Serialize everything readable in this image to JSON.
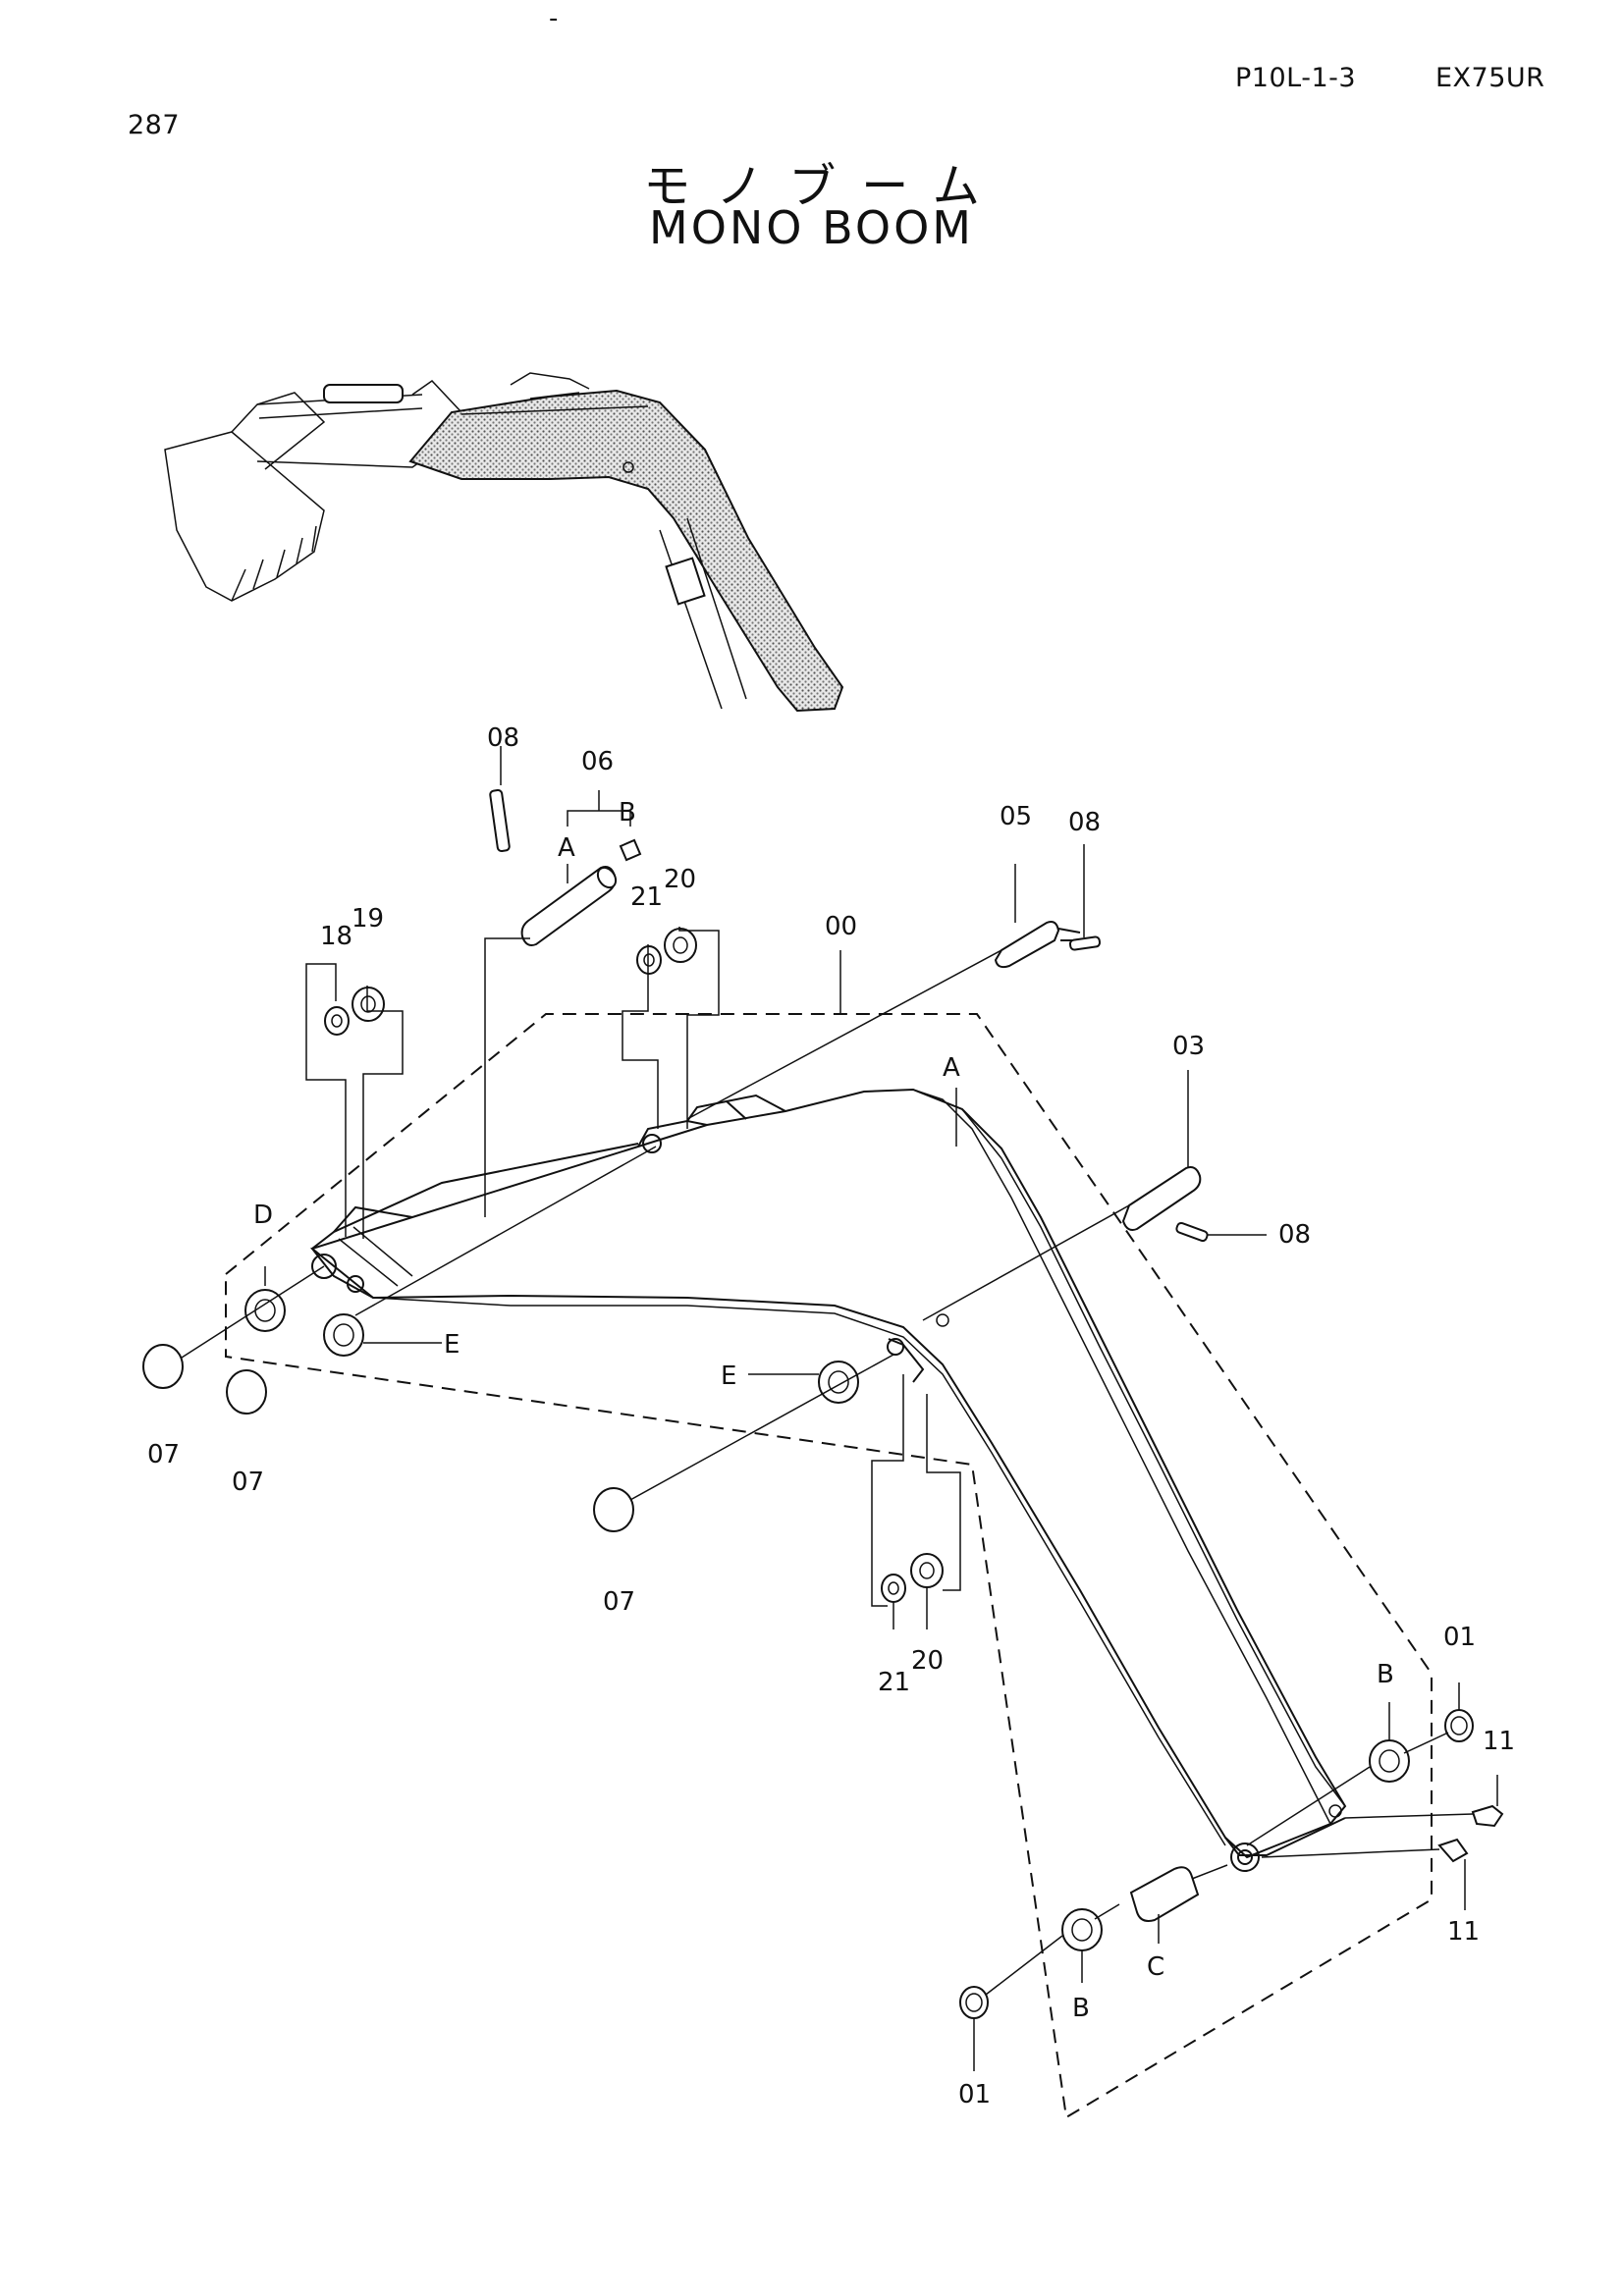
{
  "header": {
    "page_number": "287",
    "doc_code": "P10L-1-3",
    "model": "EX75UR",
    "top_mark": "-"
  },
  "title": {
    "japanese": "モノブーム",
    "english": "MONO BOOM"
  },
  "callouts": {
    "c00": "00",
    "c01a": "01",
    "c01b": "01",
    "c03": "03",
    "c05": "05",
    "c06": "06",
    "c07a": "07",
    "c07b": "07",
    "c07c": "07",
    "c08a": "08",
    "c08b": "08",
    "c08c": "08",
    "c11a": "11",
    "c11b": "11",
    "c18": "18",
    "c19": "19",
    "c20a": "20",
    "c20b": "20",
    "c21a": "21",
    "c21b": "21"
  },
  "letter_callouts": {
    "A_pin": "A",
    "B_pin": "B",
    "A_boom": "A",
    "D": "D",
    "E_left": "E",
    "E_mid": "E",
    "B_right": "B",
    "B_bottom": "B",
    "C": "C"
  }
}
